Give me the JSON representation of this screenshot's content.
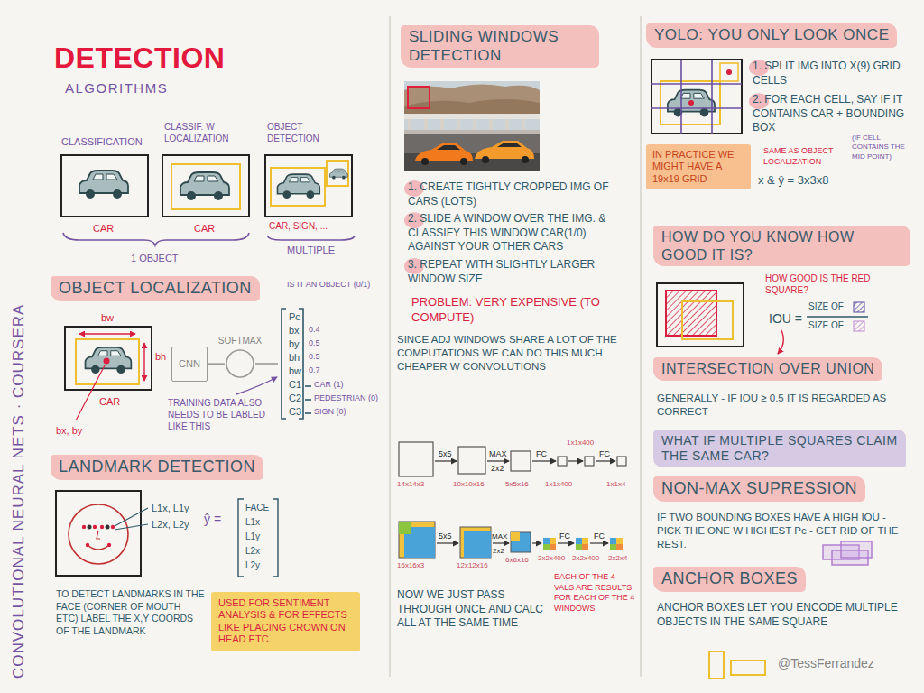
{
  "diagram": {
    "title": "DETECTION",
    "nodes": [
      {
        "text": [
          "OBJECT LOCALIZATION"
        ]
      },
      {
        "text": [
          "CNN"
        ]
      },
      {
        "text": [
          "SOFTMAX"
        ]
      },
      {
        "text": [
          "LANDMARK DETECTION"
        ]
      },
      {
        "text": [
          "USED FOR SENTIMENT ANALYSIS & FOR EFFECTS LIKE PLACING CROWN ON HEAD ETC."
        ]
      },
      {
        "text": [
          "SLIDING WINDOWS DETECTION"
        ]
      },
      {
        "text": [
          "YOLO: YOU ONLY LOOK ONCE"
        ]
      },
      {
        "text": [
          "IN PRACTICE WE MIGHT HAVE A 19x19 GRID"
        ]
      },
      {
        "text": [
          "HOW DO YOU KNOW HOW GOOD IT IS?"
        ]
      },
      {
        "text": [
          "INTERSECTION OVER UNION"
        ]
      },
      {
        "text": [
          "WHAT IF MULTIPLE SQUARES CLAIM THE SAME CAR?"
        ]
      },
      {
        "text": [
          "NON-MAX SUPRESSION"
        ]
      },
      {
        "text": [
          "ANCHOR BOXES"
        ]
      }
    ],
    "edges": [
      {
        "from": 1,
        "to": 2,
        "arrow": "none"
      }
    ],
    "labels": [
      "ALGORITHMS",
      "CLASSIFICATION",
      "CLASSIF. W LOCALIZATION",
      "OBJECT DETECTION",
      "CAR",
      "CAR",
      "CAR, SIGN, ...",
      "1 OBJECT",
      "MULTIPLE",
      "bw",
      "bh",
      "CAR",
      "bx, by",
      "IS IT AN OBJECT (0/1)",
      "Pc",
      "bx",
      "by",
      "bh",
      "bw",
      "C1",
      "C2",
      "C3",
      "0.4",
      "0.5",
      "0.5",
      "0.7",
      "CAR (1)",
      "PEDESTRIAN (0)",
      "SIGN (0)",
      "TRAINING DATA ALSO NEEDS TO BE LABLED LIKE THIS",
      "L1x, L1y",
      "L2x, L2y",
      "ŷ =",
      "FACE",
      "L1x",
      "L1y",
      "L2x",
      "L2y",
      "TO DETECT LANDMARKS IN THE FACE (CORNER OF MOUTH ETC) LABEL THE X,Y COORDS OF THE LANDMARK",
      "CONVOLUTIONAL NEURAL NETS · COURSERA",
      "1. CREATE TIGHTLY CROPPED IMG OF CARS (LOTS)",
      "2. SLIDE A WINDOW OVER THE IMG. & CLASSIFY THIS WINDOW CAR(1/0) AGAINST YOUR OTHER CARS",
      "3. REPEAT WITH SLIGHTLY LARGER WINDOW SIZE",
      "PROBLEM: VERY EXPENSIVE (TO COMPUTE)",
      "SINCE ADJ WINDOWS SHARE A LOT OF THE COMPUTATIONS WE CAN DO THIS MUCH CHEAPER W CONVOLUTIONS",
      "5x5",
      "MAX",
      "2x2",
      "FC",
      "1x1x400",
      "FC",
      "14x14x3",
      "10x10x16",
      "5x5x16",
      "1x1x400",
      "1x1x4",
      "5x5",
      "MAX",
      "2x2",
      "FC",
      "FC",
      "16x16x3",
      "12x12x16",
      "6x6x16",
      "2x2x400",
      "2x2x400",
      "2x2x4",
      "EACH OF THE 4 VALS ARE RESULTS FOR EACH OF THE 4 WINDOWS",
      "NOW WE JUST PASS THROUGH ONCE AND CALC ALL AT THE SAME TIME",
      "1. SPLIT IMG INTO X(9) GRID CELLS",
      "2. FOR EACH CELL, SAY IF IT CONTAINS CAR + BOUNDING BOX",
      "(IF CELL CONTAINS THE MID POINT)",
      "SAME AS OBJECT LOCALIZATION",
      "x & ŷ = 3x3x8",
      "HOW GOOD IS THE RED SQUARE?",
      "IOU =",
      "SIZE OF",
      "SIZE OF",
      "GENERALLY - IF IOU ≥ 0.5 IT IS REGARDED AS CORRECT",
      "IF TWO BOUNDING BOXES HAVE A HIGH IOU - PICK THE ONE W HIGHEST Pc - GET RID OF THE REST.",
      "ANCHOR BOXES LET YOU ENCODE MULTIPLE OBJECTS IN THE SAME SQUARE",
      "@TessFerrandez"
    ]
  }
}
